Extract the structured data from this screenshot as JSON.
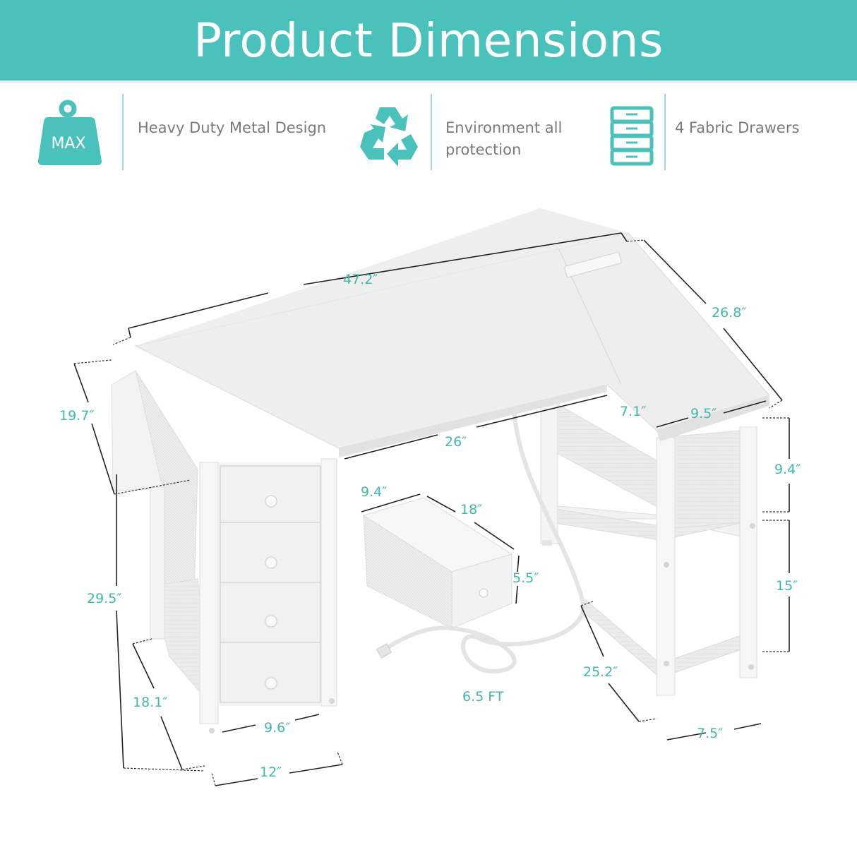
{
  "header": {
    "title": "Product Dimensions",
    "background_color": "#4bc1bc"
  },
  "features": [
    {
      "icon": "weight-max-icon",
      "icon_label": "MAX",
      "text": "Heavy Duty Metal Design"
    },
    {
      "icon": "recycle-icon",
      "text_line1": "Environment all",
      "text_line2": "protection"
    },
    {
      "icon": "drawers-icon",
      "text": "4 Fabric Drawers"
    }
  ],
  "accent_color": "#4bc1bc",
  "dimensions": {
    "total_width": "47.2″",
    "return_length": "26.8″",
    "side_pocket_depth": "19.7″",
    "inner_width": "26″",
    "offset": "7.1″",
    "return_width": "9.5″",
    "upper_shelf_height": "9.4″",
    "lower_shelf_height": "15″",
    "desk_height": "29.5″",
    "drawer_width": "9.4″",
    "drawer_depth": "18″",
    "drawer_height": "5.5″",
    "base_depth": "18.1″",
    "drawer_front_width": "9.6″",
    "drawer_unit_width": "12″",
    "cord_length": "6.5 FT",
    "shelf_depth": "25.2″",
    "shelf_leg_width": "7.5″"
  }
}
